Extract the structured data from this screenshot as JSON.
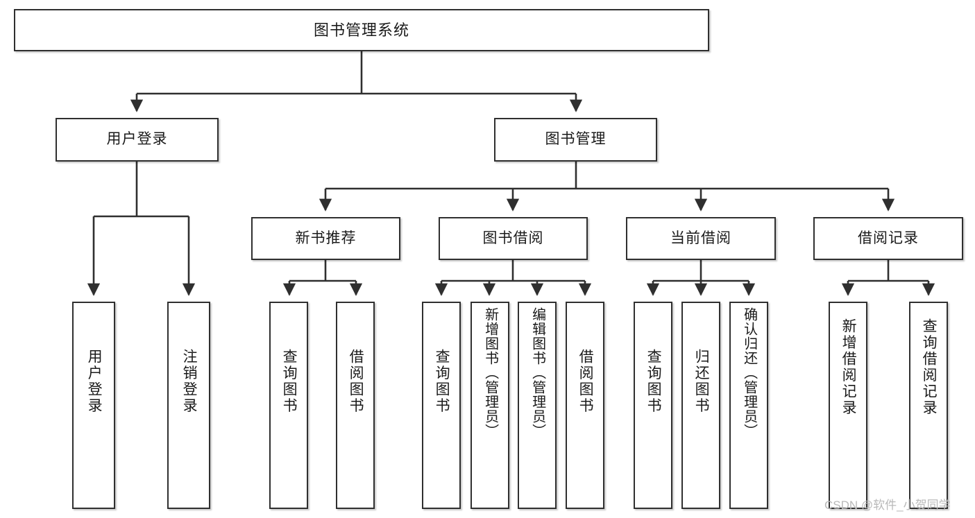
{
  "diagram": {
    "type": "tree",
    "title": "图书管理系统",
    "watermark": "CSDN @软件_小贺同学",
    "colors": {
      "box_border": "#2f2f2f",
      "box_fill": "#ffffff",
      "edge": "#2f2f2f",
      "text": "#1a1a1a",
      "watermark": "#b9b9b9"
    },
    "nodes": {
      "root": {
        "label": "图书管理系统",
        "level": 0
      },
      "user_login": {
        "label": "用户登录",
        "level": 1
      },
      "book_manage": {
        "label": "图书管理",
        "level": 1
      },
      "new_book_rec": {
        "label": "新书推荐",
        "level": 2
      },
      "book_borrow": {
        "label": "图书借阅",
        "level": 2
      },
      "current_borrow": {
        "label": "当前借阅",
        "level": 2
      },
      "borrow_record": {
        "label": "借阅记录",
        "level": 2
      },
      "leaf_user_login": {
        "label": "用户登录",
        "level": 2
      },
      "leaf_logout": {
        "label": "注销登录",
        "level": 2
      },
      "leaf_query_book_1": {
        "label": "查询图书",
        "level": 3
      },
      "leaf_borrow_book_1": {
        "label": "借阅图书",
        "level": 3
      },
      "leaf_query_book_2": {
        "label": "查询图书",
        "level": 3
      },
      "leaf_add_book": {
        "label": "新增图书（管理员）",
        "level": 3
      },
      "leaf_edit_book": {
        "label": "编辑图书（管理员）",
        "level": 3
      },
      "leaf_borrow_book_2": {
        "label": "借阅图书",
        "level": 3
      },
      "leaf_query_book_3": {
        "label": "查询图书",
        "level": 3
      },
      "leaf_return_book": {
        "label": "归还图书",
        "level": 3
      },
      "leaf_confirm_return": {
        "label": "确认归还（管理员）",
        "level": 3
      },
      "leaf_add_record": {
        "label": "新增借阅记录",
        "level": 3
      },
      "leaf_query_record": {
        "label": "查询借阅记录",
        "level": 3
      }
    },
    "edges": [
      {
        "from": "root",
        "to": "user_login"
      },
      {
        "from": "root",
        "to": "book_manage"
      },
      {
        "from": "user_login",
        "to": "leaf_user_login"
      },
      {
        "from": "user_login",
        "to": "leaf_logout"
      },
      {
        "from": "book_manage",
        "to": "new_book_rec"
      },
      {
        "from": "book_manage",
        "to": "book_borrow"
      },
      {
        "from": "book_manage",
        "to": "current_borrow"
      },
      {
        "from": "book_manage",
        "to": "borrow_record"
      },
      {
        "from": "new_book_rec",
        "to": "leaf_query_book_1"
      },
      {
        "from": "new_book_rec",
        "to": "leaf_borrow_book_1"
      },
      {
        "from": "book_borrow",
        "to": "leaf_query_book_2"
      },
      {
        "from": "book_borrow",
        "to": "leaf_add_book"
      },
      {
        "from": "book_borrow",
        "to": "leaf_edit_book"
      },
      {
        "from": "book_borrow",
        "to": "leaf_borrow_book_2"
      },
      {
        "from": "current_borrow",
        "to": "leaf_query_book_3"
      },
      {
        "from": "current_borrow",
        "to": "leaf_return_book"
      },
      {
        "from": "current_borrow",
        "to": "leaf_confirm_return"
      },
      {
        "from": "borrow_record",
        "to": "leaf_add_record"
      },
      {
        "from": "borrow_record",
        "to": "leaf_query_record"
      }
    ]
  }
}
